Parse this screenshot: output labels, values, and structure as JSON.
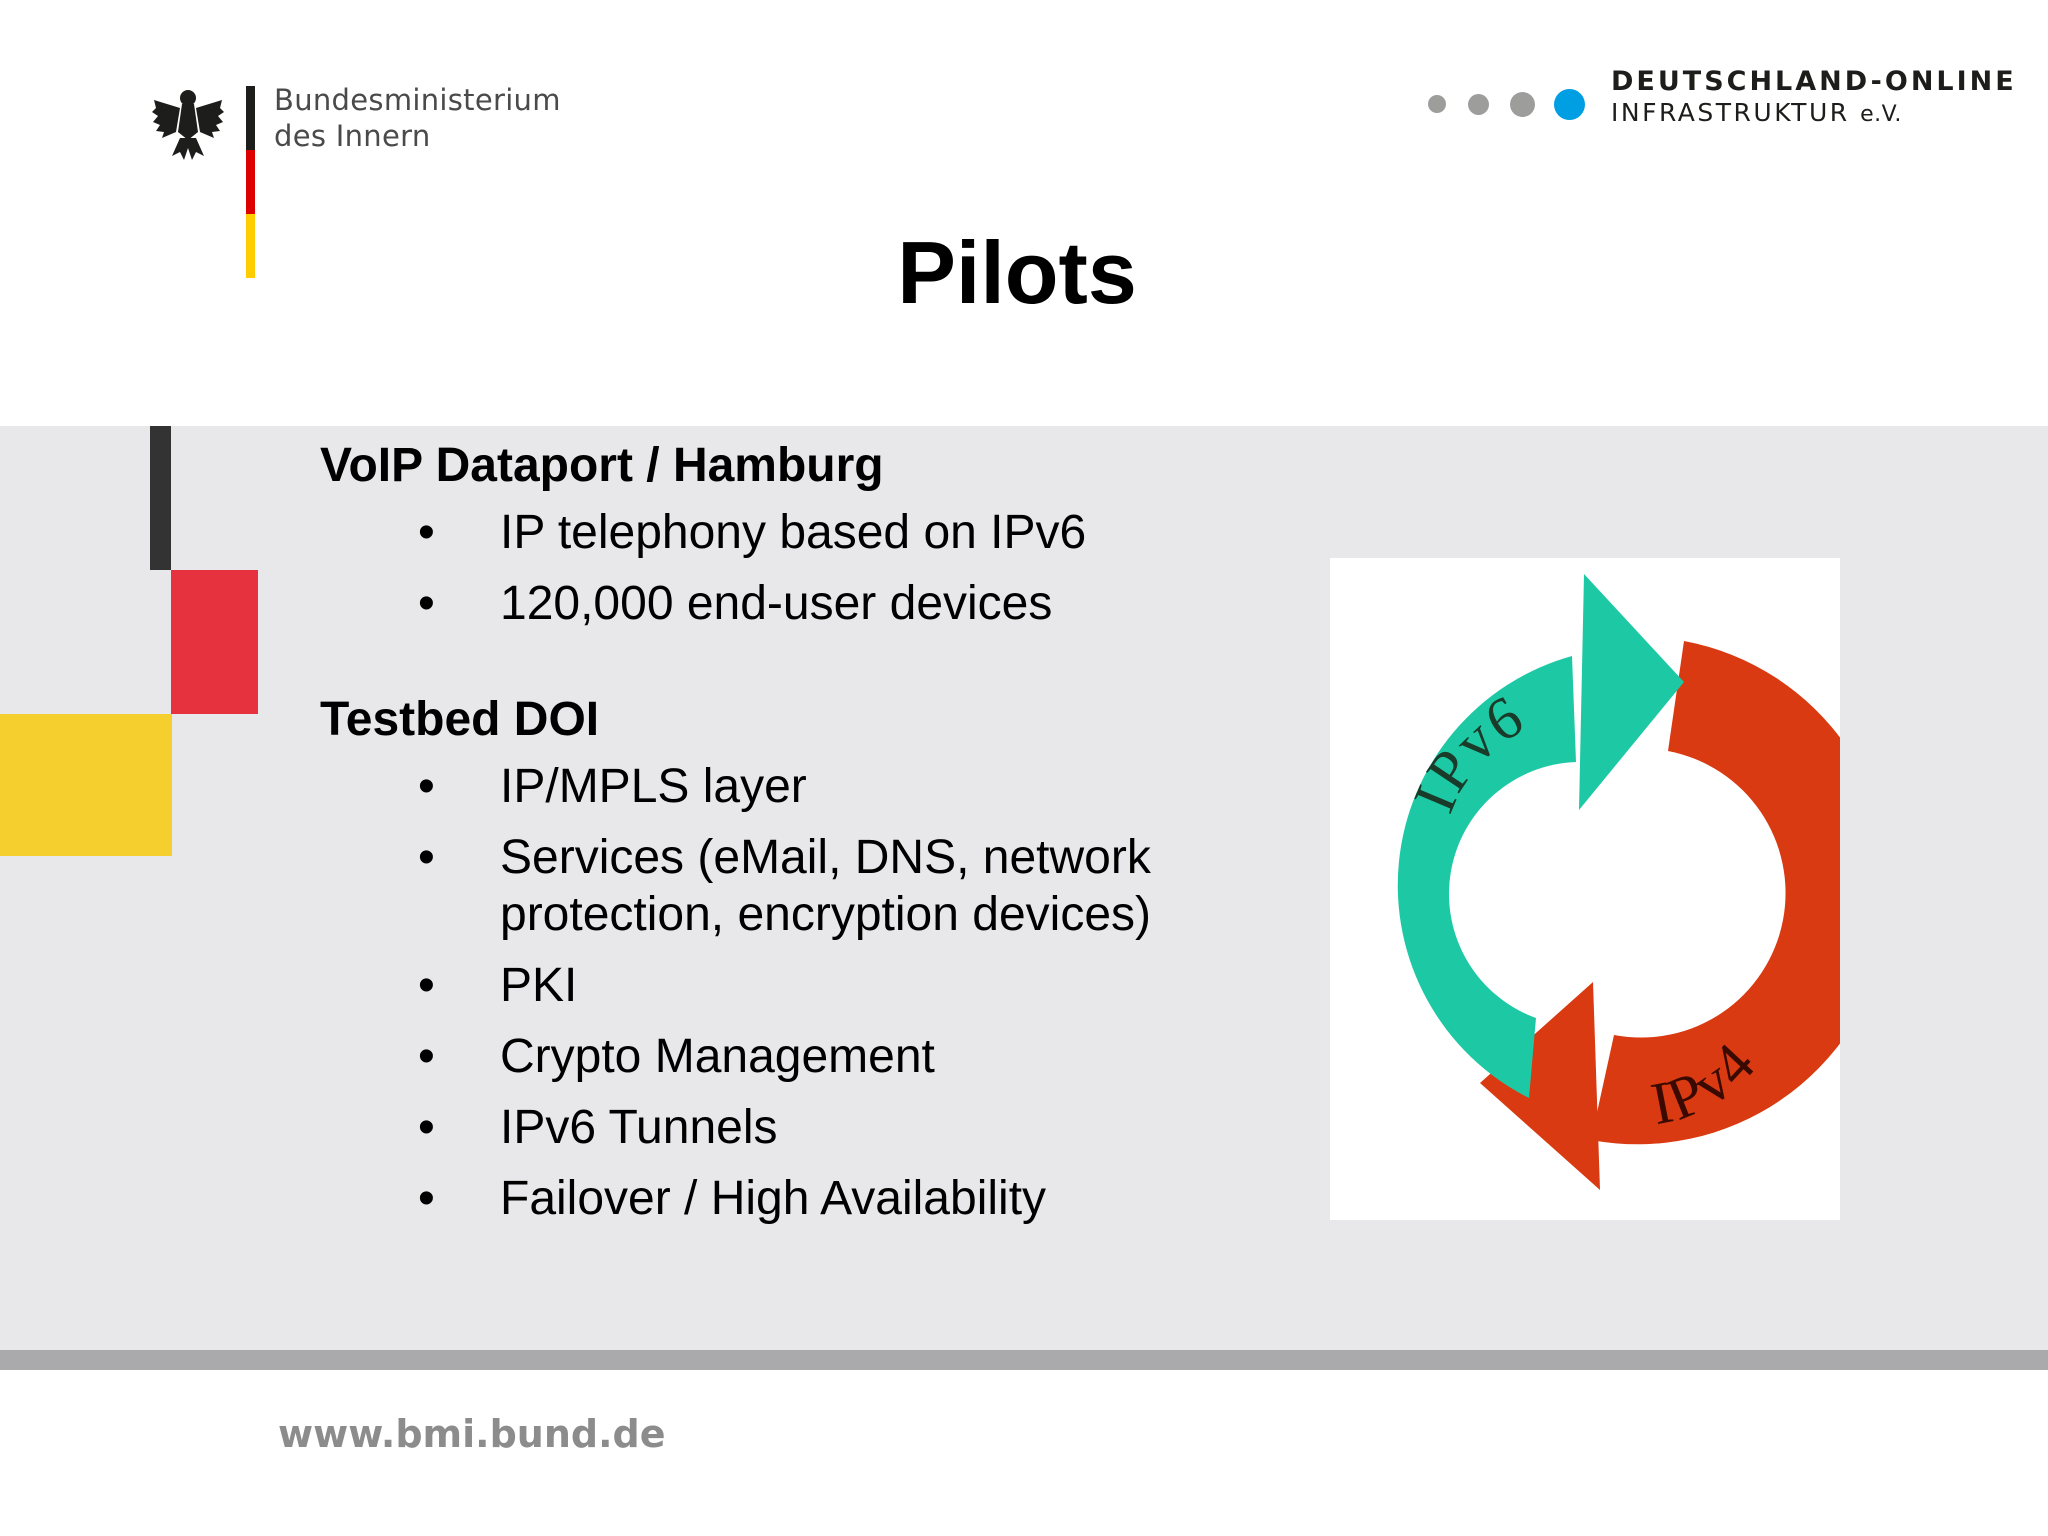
{
  "header": {
    "ministry_line1": "Bundesministerium",
    "ministry_line2": "des Innern",
    "doi_line1": "DEUTSCHLAND-ONLINE",
    "doi_line2_main": "INFRASTRUKTUR",
    "doi_line2_suffix": "e.V."
  },
  "title": "Pilots",
  "sections": [
    {
      "heading": "VoIP Dataport / Hamburg",
      "bullets": [
        "IP telephony based on IPv6",
        "120,000 end-user devices"
      ]
    },
    {
      "heading": "Testbed DOI",
      "bullets": [
        "IP/MPLS layer",
        "Services (eMail, DNS, network protection, encryption devices)",
        "PKI",
        "Crypto Management",
        "IPv6 Tunnels",
        "Failover / High Availability"
      ]
    }
  ],
  "bullet_char": "•",
  "diagram": {
    "label_top": "IPv6",
    "label_bottom": "IPv4"
  },
  "footer": {
    "url": "www.bmi.bund.de"
  },
  "colors": {
    "panel_bg": "#e8e7e9",
    "flag_black": "#1d1d1b",
    "flag_red": "#dd0000",
    "flag_gold": "#ffcc00",
    "deco_red": "#e6323e",
    "deco_yellow": "#f5cf2e",
    "doi_dot_grey": "#9d9d9c",
    "doi_dot_blue": "#009fe3",
    "arrow_ipv6": "#1dc9a4",
    "arrow_ipv4": "#d93a12"
  },
  "icons": [
    "federal-eagle-icon",
    "bullet-dot-icon"
  ]
}
